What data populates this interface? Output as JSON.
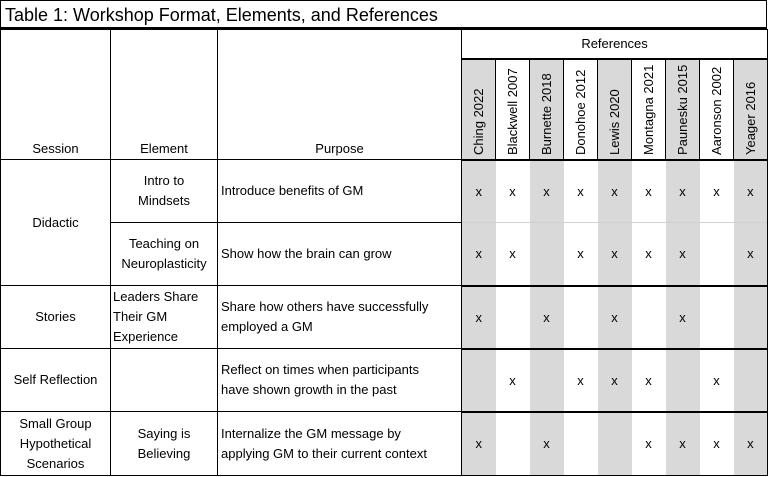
{
  "title": "Table 1: Workshop Format, Elements, and References",
  "headers": {
    "session": "Session",
    "element": "Element",
    "purpose": "Purpose",
    "references": "References"
  },
  "references": [
    {
      "label": "Ching 2022",
      "shade": true
    },
    {
      "label": "Blackwell 2007",
      "shade": false
    },
    {
      "label": "Burnette 2018",
      "shade": true
    },
    {
      "label": "Donohoe 2012",
      "shade": false
    },
    {
      "label": "Lewis 2020",
      "shade": true
    },
    {
      "label": "Montagna 2021",
      "shade": false
    },
    {
      "label": "Paunesku 2015",
      "shade": true
    },
    {
      "label": "Aaronson 2002",
      "shade": false
    },
    {
      "label": "Yeager 2016",
      "shade": true
    }
  ],
  "rows": [
    {
      "session": "Didactic",
      "element_lines": [
        "Intro to",
        "Mindsets"
      ],
      "purpose_lines": [
        "Introduce benefits of GM"
      ],
      "marks": [
        "x",
        "x",
        "x",
        "x",
        "x",
        "x",
        "x",
        "x",
        "x"
      ]
    },
    {
      "session": "",
      "element_lines": [
        "Teaching on",
        "Neuroplasticity"
      ],
      "purpose_lines": [
        "Show how the brain can grow"
      ],
      "marks": [
        "x",
        "x",
        "",
        "x",
        "x",
        "x",
        "x",
        "",
        "x"
      ]
    },
    {
      "session": "Stories",
      "element_lines": [
        "Leaders Share",
        "Their GM",
        "Experience"
      ],
      "purpose_lines": [
        "Share how others have successfully",
        "employed a GM"
      ],
      "marks": [
        "x",
        "",
        "x",
        "",
        "x",
        "",
        "x",
        "",
        ""
      ]
    },
    {
      "session": "Self Reflection",
      "element_lines": [],
      "purpose_lines": [
        "Reflect on times when participants",
        "have shown growth in the past"
      ],
      "marks": [
        "",
        "x",
        "",
        "x",
        "x",
        "x",
        "",
        "x",
        ""
      ]
    },
    {
      "session_lines": [
        "Small Group",
        "Hypothetical",
        "Scenarios"
      ],
      "element_lines": [
        "Saying is",
        "Believing"
      ],
      "purpose_lines": [
        "Internalize the GM message by",
        "applying GM to their current context"
      ],
      "marks": [
        "x",
        "",
        "x",
        "",
        "",
        "x",
        "x",
        "x",
        "x"
      ]
    }
  ],
  "mark_symbol": "x"
}
